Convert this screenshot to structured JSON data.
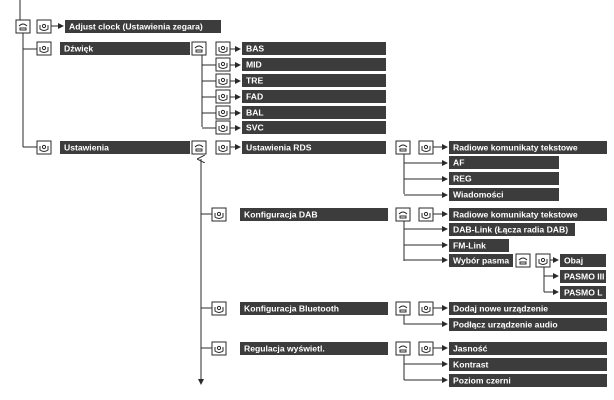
{
  "diagram": {
    "colors": {
      "label_bg": "#3c3c3c",
      "label_text": "#ffffff",
      "line": "#2a2a2a",
      "icon_bg": "#ffffff"
    },
    "icons": {
      "menu": "menu-dial-icon",
      "select": "selector-dial-icon"
    },
    "labels": {
      "adjust_clock": "Adjust clock (Ustawienia zegara)",
      "dzwiek": "Dźwięk",
      "bas": "BAS",
      "mid": "MID",
      "tre": "TRE",
      "fad": "FAD",
      "bal": "BAL",
      "svc": "SVC",
      "ustawienia": "Ustawienia",
      "ustawienia_rds": "Ustawienia RDS",
      "radio_text_1": "Radiowe komunikaty tekstowe",
      "af": "AF",
      "reg": "REG",
      "wiadomosci": "Wiadomości",
      "konfiguracja_dab": "Konfiguracja DAB",
      "radio_text_2": "Radiowe komunikaty tekstowe",
      "dab_link": "DAB-Link (Łącza radia DAB)",
      "fm_link": "FM-Link",
      "wybor_pasma": "Wybór pasma",
      "obaj": "Obaj",
      "pasmo_iii": "PASMO III",
      "pasmo_l": "PASMO L",
      "konfiguracja_bt": "Konfiguracja Bluetooth",
      "dodaj_urzadzenie": "Dodaj nowe urządzenie",
      "podlacz_audio": "Podłącz urządzenie audio",
      "regulacja_wyswietl": "Regulacja wyświetl.",
      "jasnosc": "Jasność",
      "kontrast": "Kontrast",
      "poziom_czerni": "Poziom czerni"
    }
  }
}
